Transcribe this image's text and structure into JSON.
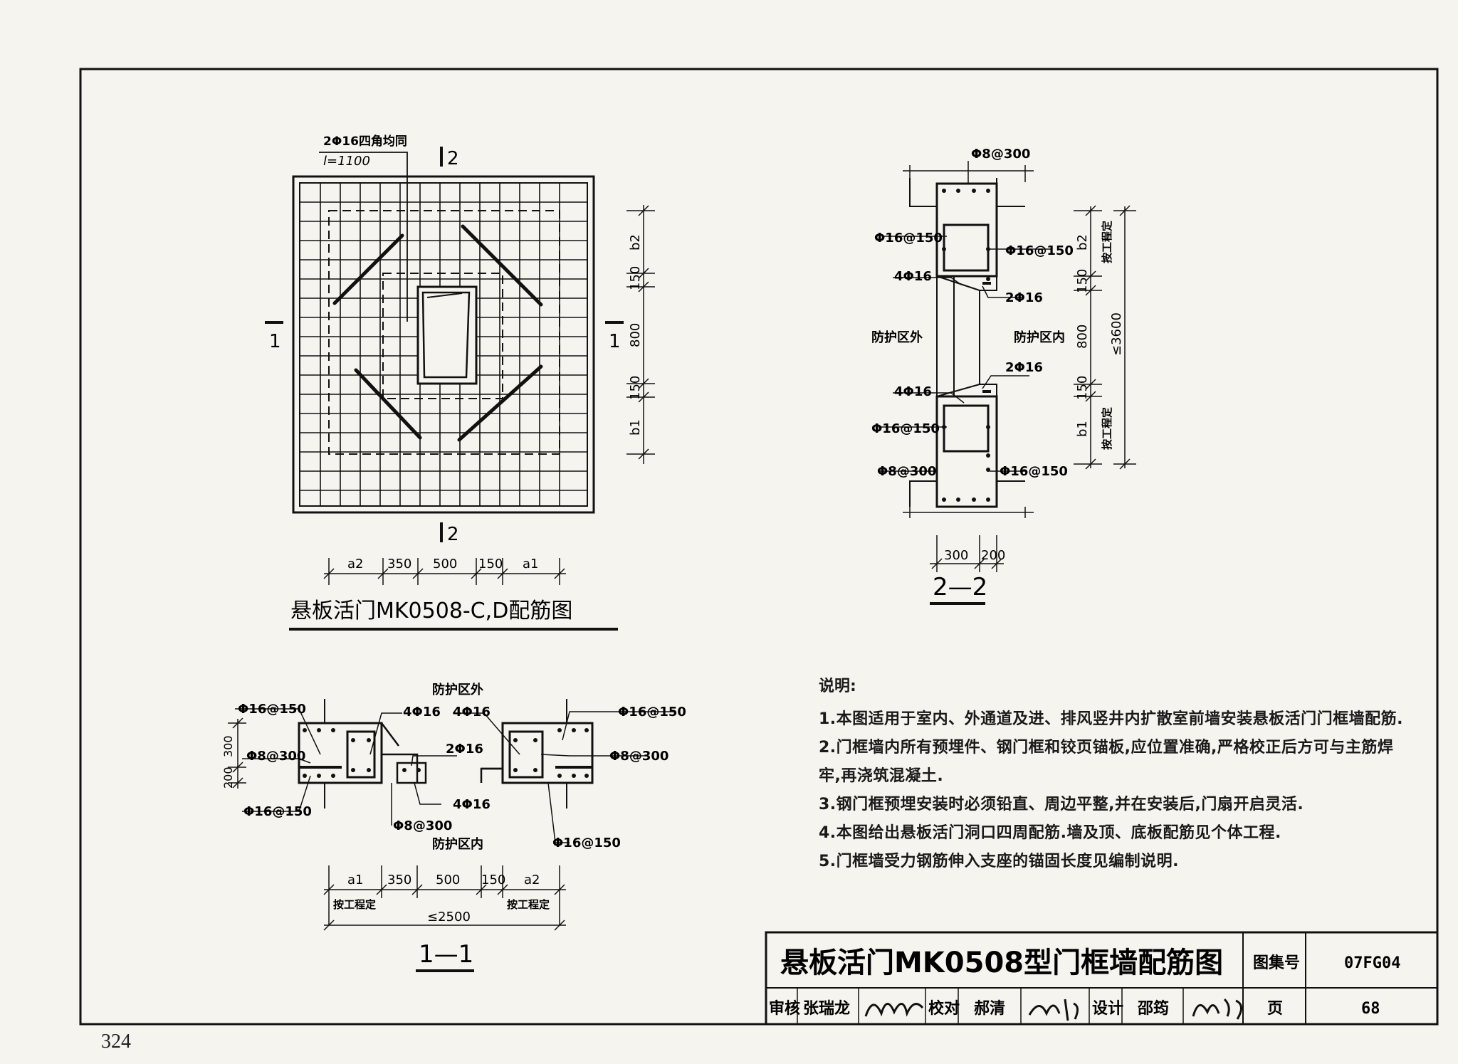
{
  "page_number": "324",
  "plan_view": {
    "title": "悬板活门MK0508-C,D配筋图",
    "rebar_note_line1": "2Φ16四角均同",
    "rebar_note_line2": "l=1100",
    "section_mark_1": "1",
    "section_mark_2": "2",
    "dims_right": [
      "b2",
      "150",
      "800",
      "150",
      "b1"
    ],
    "dims_bottom": [
      "a2",
      "350",
      "500",
      "150",
      "a1"
    ]
  },
  "section_2_2": {
    "title": "2—2",
    "labels": {
      "phi8_300_top": "Φ8@300",
      "phi16_150_left_top": "Φ16@150",
      "phi16_150_right_top": "Φ16@150",
      "four_phi16_top": "4Φ16",
      "two_phi16_top": "2Φ16",
      "outside": "防护区外",
      "inside": "防护区内",
      "two_phi16_bottom": "2Φ16",
      "four_phi16_bottom": "4Φ16",
      "phi16_150_left_bottom": "Φ16@150",
      "phi8_300_bottom": "Φ8@300",
      "phi16_150_right_bottom": "Φ16@150"
    },
    "dims_right": [
      "b2",
      "150",
      "800",
      "150",
      "b1"
    ],
    "dim_total": "≤3600",
    "dim_note_top": "按工程定",
    "dim_note_bottom": "按工程定",
    "dims_bottom": [
      "300",
      "200"
    ]
  },
  "section_1_1": {
    "title": "1—1",
    "labels": {
      "outside": "防护区外",
      "inside": "防护区内",
      "phi16_150_left_top": "Φ16@150",
      "phi16_150_right_top": "Φ16@150",
      "four_phi16_a": "4Φ16",
      "four_phi16_b": "4Φ16",
      "two_phi16": "2Φ16",
      "phi8_300_left": "Φ8@300",
      "phi8_300_right": "Φ8@300",
      "phi16_150_left_bottom": "Φ16@150",
      "four_phi16_c": "4Φ16",
      "phi8_300_bottom": "Φ8@300",
      "phi16_150_right_bottom": "Φ16@150"
    },
    "dims_left": [
      "300",
      "200"
    ],
    "dims_bottom": [
      "a1",
      "350",
      "500",
      "150",
      "a2"
    ],
    "dim_note_left": "按工程定",
    "dim_note_right": "按工程定",
    "dim_total": "≤2500"
  },
  "notes": {
    "title": "说明:",
    "items": [
      "1.本图适用于室内、外通道及进、排风竖井内扩散室前墙安装悬板活门门框墙配筋.",
      "2.门框墙内所有预埋件、钢门框和铰页锚板,应位置准确,严格校正后方可与主筋焊",
      "牢,再浇筑混凝土.",
      "3.钢门框预埋安装时必须铅直、周边平整,并在安装后,门扇开启灵活.",
      "4.本图给出悬板活门洞口四周配筋.墙及顶、底板配筋见个体工程.",
      "5.门框墙受力钢筋伸入支座的锚固长度见编制说明."
    ]
  },
  "title_block": {
    "drawing_title": "悬板活门MK0508型门框墙配筋图",
    "atlas_label": "图集号",
    "atlas_no": "07FG04",
    "review_label": "审核",
    "reviewer": "张瑞龙",
    "check_label": "校对",
    "checker": "郝清",
    "design_label": "设计",
    "designer": "邵筠",
    "page_label": "页",
    "page_no": "68"
  }
}
